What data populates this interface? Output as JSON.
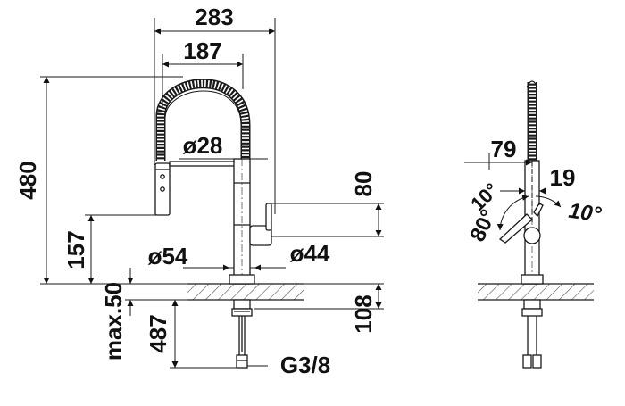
{
  "colors": {
    "line": "#1a1a1a",
    "fill": "#ffffff",
    "hatch": "#555555",
    "ground": "#eeeeee"
  },
  "front_view": {
    "width_total": "283",
    "width_spout": "187",
    "height_total": "480",
    "height_spray": "157",
    "dia_spout": "ø28",
    "dia_base": "ø54",
    "dia_body": "ø44",
    "height_lever": "80",
    "max_thickness": "max.50",
    "depth_hose": "487",
    "depth_below": "108",
    "thread": "G3/8"
  },
  "side_view": {
    "offset": "79",
    "lever_offset": "19",
    "angle_open": "80°",
    "angle_tilt": "10°",
    "angle_back": "10°"
  }
}
